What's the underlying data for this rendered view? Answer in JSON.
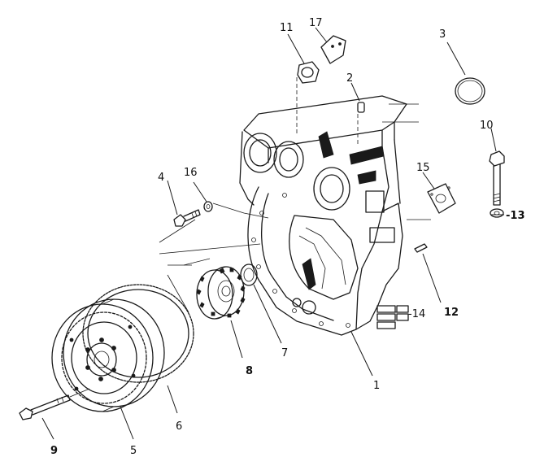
{
  "callouts": {
    "c1": "1",
    "c2": "2",
    "c3": "3",
    "c4": "4",
    "c5": "5",
    "c6": "6",
    "c7": "7",
    "c8": "8",
    "c9": "9",
    "c10": "10",
    "c11": "11",
    "c12": "12",
    "c13": "-13",
    "c14": "-14",
    "c15": "15",
    "c16": "16",
    "c17": "17"
  },
  "icons": {
    "housing": "flywheel-housing-icon",
    "flywheel": "flywheel-icon",
    "ring_gear": "ring-gear-icon",
    "drive_gear": "drive-gear-icon",
    "seal": "oil-seal-icon",
    "bolt": "bolt-icon",
    "gasket": "gasket-icon",
    "o_ring": "o-ring-icon"
  }
}
